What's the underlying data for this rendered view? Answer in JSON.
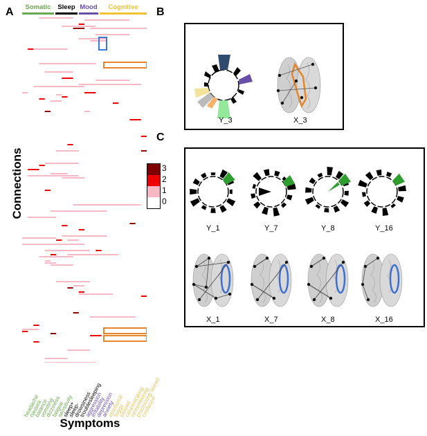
{
  "panels": {
    "a": "A",
    "b": "B",
    "c": "C"
  },
  "groups": [
    {
      "label": "Somatic",
      "color": "#6aa84f"
    },
    {
      "label": "Sleep",
      "color": "#000000"
    },
    {
      "label": "Mood",
      "color": "#674ea7"
    },
    {
      "label": "Cognitive",
      "color": "#f1c232"
    }
  ],
  "y_label": "Connections",
  "x_label": "Symptoms",
  "legend": {
    "ticks": [
      "3",
      "2",
      "1",
      "0"
    ],
    "colors": [
      "#7f0000",
      "#ee0000",
      "#f6b8c4",
      "#ffffff"
    ]
  },
  "symptoms": [
    {
      "label": "headache",
      "group": "Somatic"
    },
    {
      "label": "nausea",
      "group": "Somatic"
    },
    {
      "label": "balance",
      "group": "Somatic"
    },
    {
      "label": "vomiting",
      "group": "Somatic"
    },
    {
      "label": "dizziness",
      "group": "Somatic"
    },
    {
      "label": "fatigue",
      "group": "Somatic"
    },
    {
      "label": "sensitivity",
      "group": "Somatic"
    },
    {
      "label": "sleep+",
      "group": "Sleep"
    },
    {
      "label": "sleep-",
      "group": "Sleep"
    },
    {
      "label": "drowsiness",
      "group": "Sleep"
    },
    {
      "label": "troublesleeping",
      "group": "Sleep"
    },
    {
      "label": "aggression",
      "group": "Mood"
    },
    {
      "label": "irritability",
      "group": "Mood"
    },
    {
      "label": "depression",
      "group": "Mood"
    },
    {
      "label": "anxiety",
      "group": "Mood"
    },
    {
      "label": "emotional",
      "group": "Cognitive"
    },
    {
      "label": "foggy",
      "group": "Cognitive"
    },
    {
      "label": "slowed",
      "group": "Cognitive"
    },
    {
      "label": "concentrating",
      "group": "Cognitive"
    },
    {
      "label": "remembering",
      "group": "Cognitive"
    },
    {
      "label": "processing speed",
      "group": "Cognitive"
    },
    {
      "label": "confused",
      "group": "Cognitive"
    }
  ],
  "panel_b": {
    "labels": [
      "Y_3",
      "X_3"
    ]
  },
  "panel_c": {
    "y_labels": [
      "Y_1",
      "Y_7",
      "Y_8",
      "Y_16"
    ],
    "x_labels": [
      "X_1",
      "X_7",
      "X_8",
      "X_16"
    ]
  }
}
